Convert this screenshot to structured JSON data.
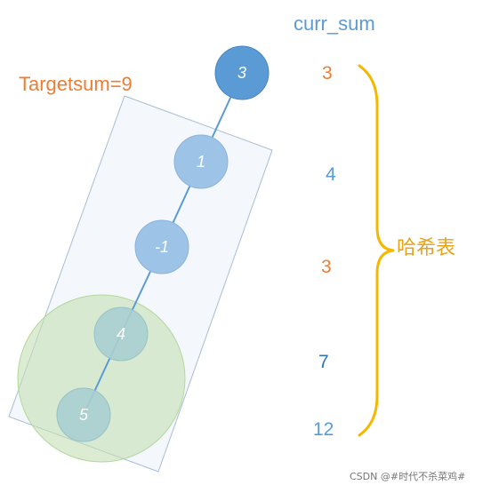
{
  "labels": {
    "curr_sum_header": "curr_sum",
    "target": "Targetsum=9",
    "hash_table": "哈希表",
    "watermark": "CSDN @#时代不杀菜鸡#"
  },
  "tree_nodes": [
    {
      "value": "3",
      "fill": "#5b9bd5"
    },
    {
      "value": "1",
      "fill": "#9dc3e6"
    },
    {
      "value": "-1",
      "fill": "#9dc3e6"
    },
    {
      "value": "4",
      "fill": "#a9cfd0"
    },
    {
      "value": "5",
      "fill": "#a9cfd0"
    }
  ],
  "curr_sums": [
    {
      "value": "3",
      "color": "#ed7d31"
    },
    {
      "value": "4",
      "color": "#5b9bd5"
    },
    {
      "value": "3",
      "color": "#ed7d31"
    },
    {
      "value": "7",
      "color": "#2e75b6"
    },
    {
      "value": "12",
      "color": "#5b9bd5"
    }
  ],
  "colors": {
    "edge": "#5b9bd5",
    "window_fill": "#f2f6fb",
    "window_stroke": "#a9bcd4",
    "highlight_fill": "#c5e0b4",
    "brace": "#f5b800"
  }
}
